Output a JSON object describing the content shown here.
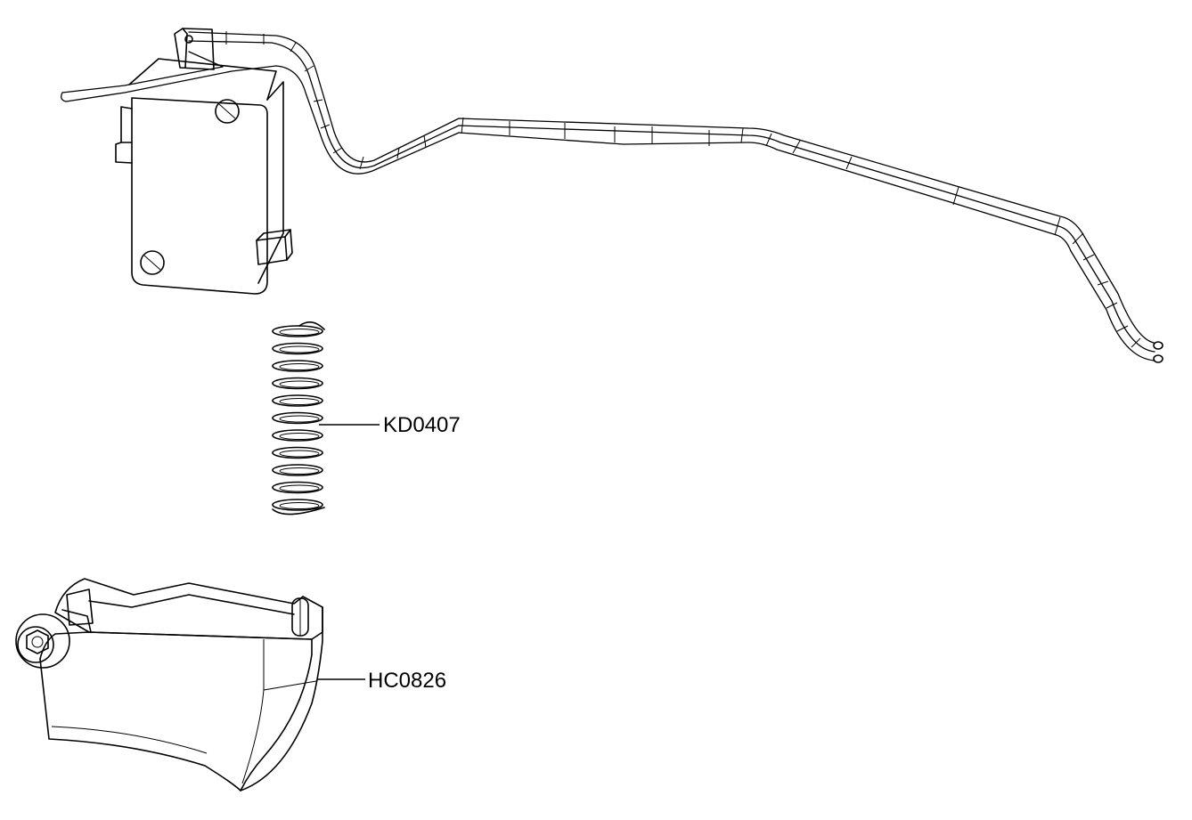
{
  "parts": [
    {
      "id": "spring",
      "label": "KD0407"
    },
    {
      "id": "trigger",
      "label": "HC0826"
    }
  ],
  "colors": {
    "line": "#000000",
    "background": "#ffffff"
  }
}
